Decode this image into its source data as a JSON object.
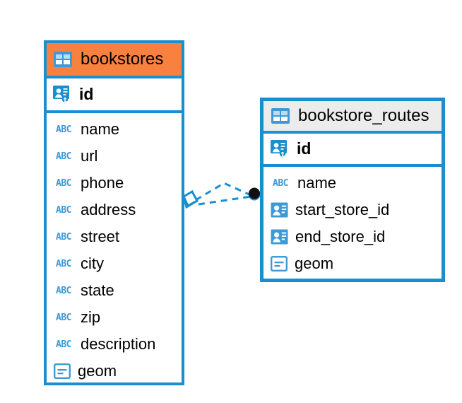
{
  "diagram": {
    "type": "entity-relationship-diagram",
    "background": "#ffffff",
    "accent_blue": "#1a8fd0",
    "highlight_orange": "#f8813f",
    "header_gray": "#ececec",
    "icon_blue": "#3d9ad6"
  },
  "tables": [
    {
      "name": "bookstores",
      "header_color": "#f8813f",
      "selected": true,
      "table_icon": "table-icon",
      "primary_key": {
        "label": "id",
        "icon": "primary-key-icon"
      },
      "fields": [
        {
          "label": "name",
          "icon": "abc-text-icon",
          "icon_text": "ABC"
        },
        {
          "label": "url",
          "icon": "abc-text-icon",
          "icon_text": "ABC"
        },
        {
          "label": "phone",
          "icon": "abc-text-icon",
          "icon_text": "ABC"
        },
        {
          "label": "address",
          "icon": "abc-text-icon",
          "icon_text": "ABC"
        },
        {
          "label": "street",
          "icon": "abc-text-icon",
          "icon_text": "ABC"
        },
        {
          "label": "city",
          "icon": "abc-text-icon",
          "icon_text": "ABC"
        },
        {
          "label": "state",
          "icon": "abc-text-icon",
          "icon_text": "ABC"
        },
        {
          "label": "zip",
          "icon": "abc-text-icon",
          "icon_text": "ABC"
        },
        {
          "label": "description",
          "icon": "abc-text-icon",
          "icon_text": "ABC"
        },
        {
          "label": "geom",
          "icon": "geometry-icon",
          "icon_text": ""
        }
      ]
    },
    {
      "name": "bookstore_routes",
      "header_color": "#ececec",
      "selected": false,
      "table_icon": "table-icon",
      "primary_key": {
        "label": "id",
        "icon": "primary-key-icon"
      },
      "fields": [
        {
          "label": "name",
          "icon": "abc-text-icon",
          "icon_text": "ABC"
        },
        {
          "label": "start_store_id",
          "icon": "foreign-key-icon",
          "icon_text": ""
        },
        {
          "label": "end_store_id",
          "icon": "foreign-key-icon",
          "icon_text": ""
        },
        {
          "label": "geom",
          "icon": "geometry-icon",
          "icon_text": ""
        }
      ]
    }
  ],
  "relationship": {
    "style": "dashed",
    "color": "#1a8fd0",
    "source_marker": "diamond-marker",
    "target_marker": "filled-circle-marker",
    "target_marker_color": "#111111",
    "branches": 2
  }
}
